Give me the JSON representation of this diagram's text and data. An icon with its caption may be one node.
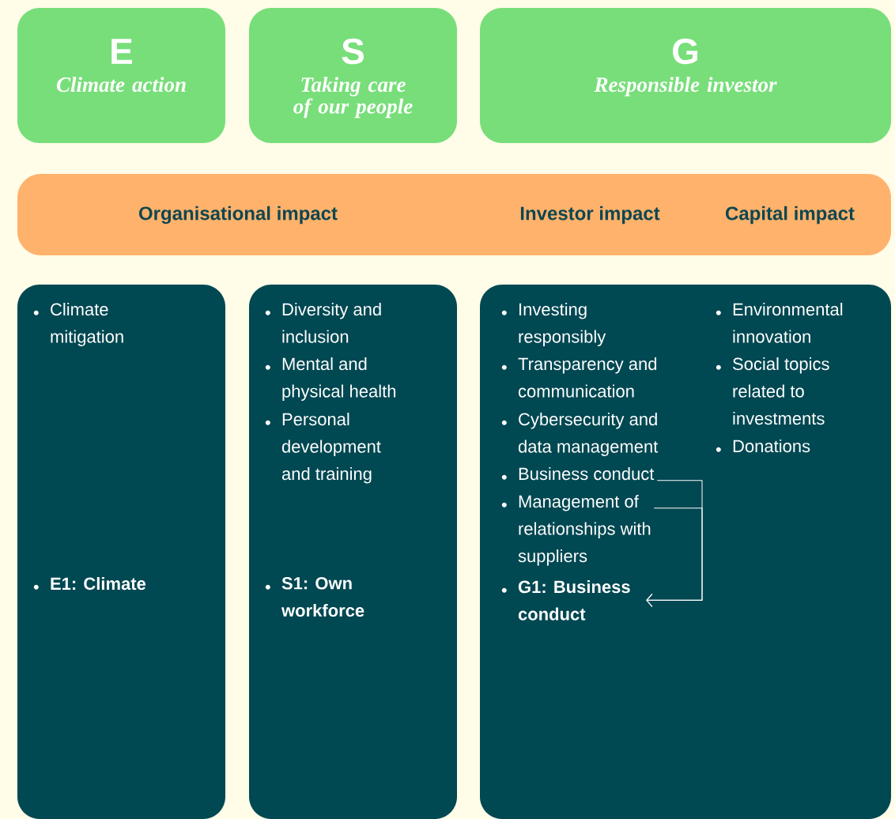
{
  "diagram": {
    "nodes": [
      {
        "text": [
          "E",
          "Climate action"
        ]
      },
      {
        "text": [
          "S",
          "Taking care of our people"
        ]
      },
      {
        "text": [
          "G",
          "Responsible investor"
        ]
      },
      {
        "text": [
          "Organisational impact",
          "Investor impact",
          "Capital impact"
        ]
      },
      {
        "text": [],
        "shape": "box"
      },
      {
        "text": [
          "Climate mitigation"
        ],
        "in": 4
      },
      {
        "text": [
          "E1: Climate"
        ],
        "in": 4
      },
      {
        "text": [],
        "shape": "box"
      },
      {
        "text": [
          "Diversity and inclusion"
        ],
        "in": 7
      },
      {
        "text": [
          "Mental and physical health"
        ],
        "in": 7
      },
      {
        "text": [
          "Personal development and training"
        ],
        "in": 7
      },
      {
        "text": [
          "S1: Own workforce"
        ],
        "in": 7
      },
      {
        "text": [],
        "shape": "box"
      },
      {
        "text": [
          "Investing responsibly"
        ],
        "in": 12
      },
      {
        "text": [
          "Transparency and communication"
        ],
        "in": 12
      },
      {
        "text": [
          "Cybersecurity and data management"
        ],
        "in": 12
      },
      {
        "text": [
          "Business conduct"
        ],
        "in": 12
      },
      {
        "text": [
          "Management of relationships with suppliers"
        ],
        "in": 12
      },
      {
        "text": [
          "G1: Business conduct"
        ],
        "in": 12
      },
      {
        "text": [
          "Environmental innovation"
        ],
        "in": 12
      },
      {
        "text": [
          "Social topics related to investments"
        ],
        "in": 12
      },
      {
        "text": [
          "Donations"
        ],
        "in": 12
      }
    ],
    "edges": [
      {
        "from": 16,
        "to": 18,
        "arrow": "to"
      },
      {
        "from": 17,
        "to": 18,
        "arrow": "to"
      }
    ]
  }
}
